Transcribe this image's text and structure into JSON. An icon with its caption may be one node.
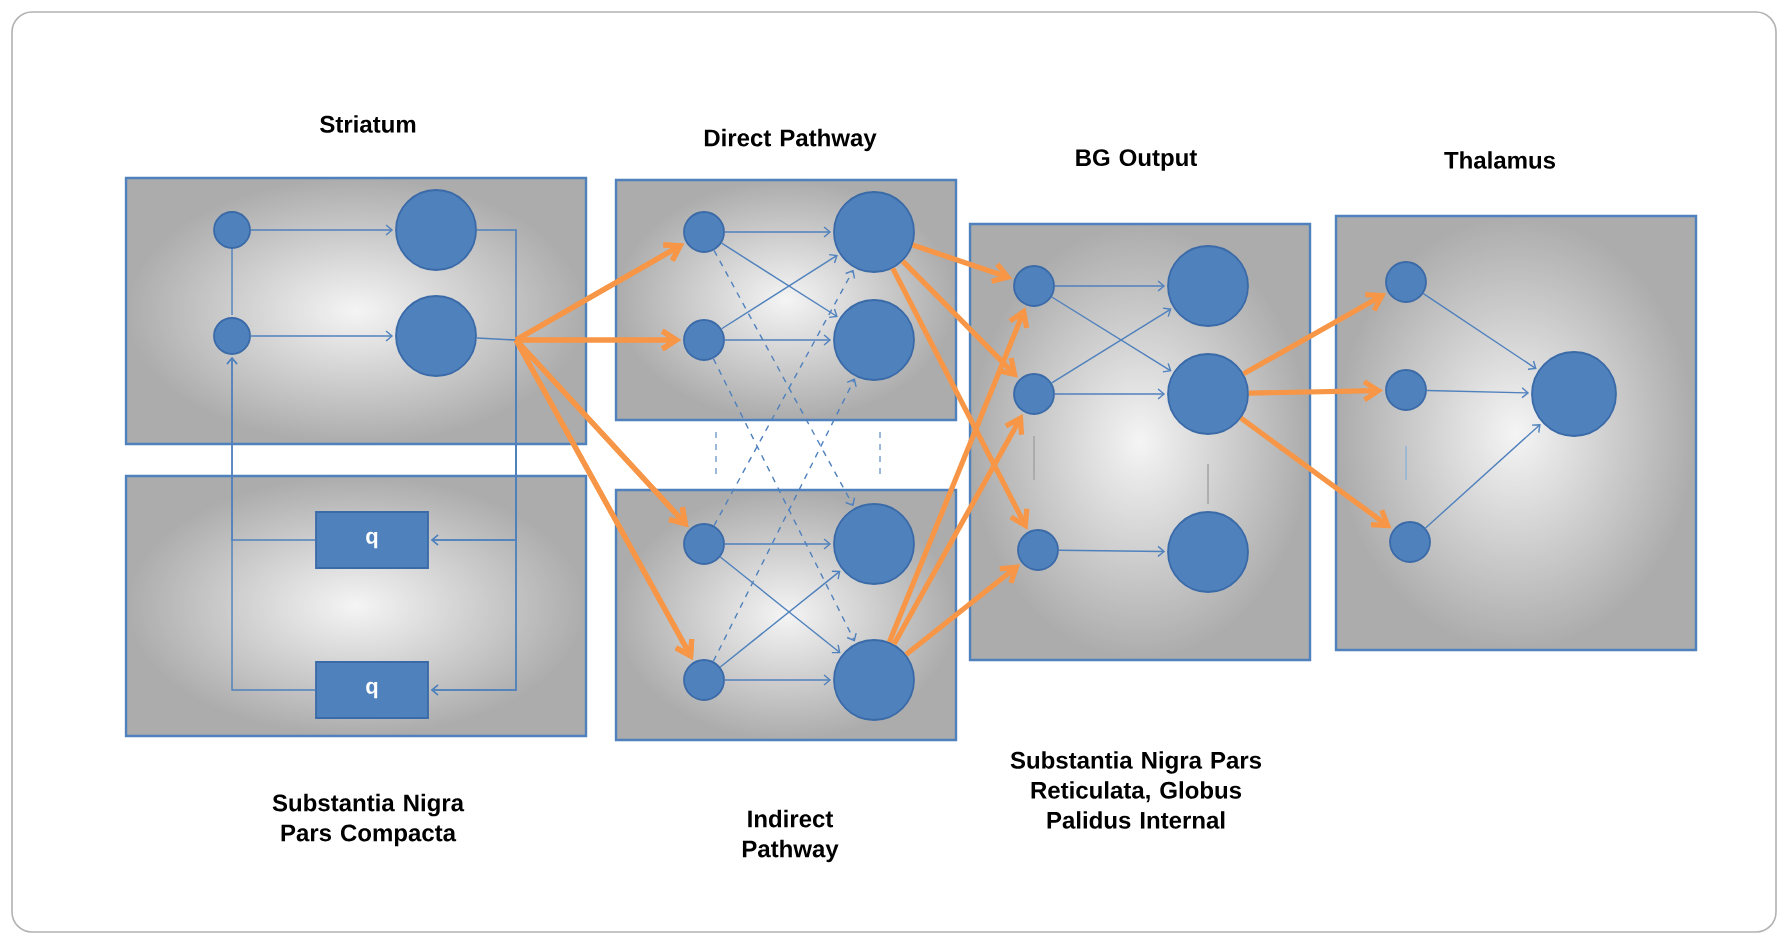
{
  "diagram": {
    "nodes": [
      {
        "text": [
          "Striatum"
        ]
      },
      {
        "text": [],
        "shape": "circle",
        "in": 0
      },
      {
        "text": [],
        "shape": "circle",
        "in": 0
      },
      {
        "text": [],
        "shape": "circle",
        "in": 0
      },
      {
        "text": [],
        "shape": "circle",
        "in": 0
      },
      {
        "text": [
          "Substantia Nigra Pars Compacta"
        ]
      },
      {
        "text": [
          "q"
        ],
        "in": 5
      },
      {
        "text": [
          "q"
        ],
        "in": 5
      },
      {
        "text": [
          "Direct Pathway"
        ]
      },
      {
        "text": [],
        "shape": "circle",
        "in": 8
      },
      {
        "text": [],
        "shape": "circle",
        "in": 8
      },
      {
        "text": [],
        "shape": "circle",
        "in": 8
      },
      {
        "text": [],
        "shape": "circle",
        "in": 8
      },
      {
        "text": [
          "Indirect Pathway"
        ]
      },
      {
        "text": [],
        "shape": "circle",
        "in": 13
      },
      {
        "text": [],
        "shape": "circle",
        "in": 13
      },
      {
        "text": [],
        "shape": "circle",
        "in": 13
      },
      {
        "text": [],
        "shape": "circle",
        "in": 13
      },
      {
        "text": [
          "BG Output"
        ],
        "beside": [
          "Substantia Nigra Pars Reticulata, Globus Palidus Internal"
        ]
      },
      {
        "text": [],
        "shape": "circle",
        "in": 18
      },
      {
        "text": [],
        "shape": "circle",
        "in": 18
      },
      {
        "text": [],
        "shape": "circle",
        "in": 18
      },
      {
        "text": [],
        "shape": "circle",
        "in": 18
      },
      {
        "text": [],
        "shape": "circle",
        "in": 18
      },
      {
        "text": [],
        "shape": "circle",
        "in": 18
      },
      {
        "text": [
          "Thalamus"
        ]
      },
      {
        "text": [],
        "shape": "circle",
        "in": 25
      },
      {
        "text": [],
        "shape": "circle",
        "in": 25
      },
      {
        "text": [],
        "shape": "circle",
        "in": 25
      },
      {
        "text": [],
        "shape": "circle",
        "in": 25
      }
    ],
    "edges": [
      {
        "from": 1,
        "to": 2,
        "arrow": "to"
      },
      {
        "from": 3,
        "to": 4,
        "arrow": "to"
      },
      {
        "from": 1,
        "to": 3,
        "arrow": "none"
      },
      {
        "from": 2,
        "to": 9,
        "arrow": "to",
        "style": "thick",
        "color": "#f79646"
      },
      {
        "from": 2,
        "to": 11,
        "arrow": "to",
        "style": "thick",
        "color": "#f79646"
      },
      {
        "from": 2,
        "to": 14,
        "arrow": "to",
        "style": "thick",
        "color": "#f79646"
      },
      {
        "from": 2,
        "to": 16,
        "arrow": "to",
        "style": "thick",
        "color": "#f79646"
      },
      {
        "from": 4,
        "to": 9,
        "arrow": "to",
        "style": "thick",
        "color": "#f79646"
      },
      {
        "from": 4,
        "to": 11,
        "arrow": "to",
        "style": "thick",
        "color": "#f79646"
      },
      {
        "from": 4,
        "to": 14,
        "arrow": "to",
        "style": "thick",
        "color": "#f79646"
      },
      {
        "from": 4,
        "to": 16,
        "arrow": "to",
        "style": "thick",
        "color": "#f79646"
      },
      {
        "from": 2,
        "to": 6,
        "arrow": "to"
      },
      {
        "from": 2,
        "to": 7,
        "arrow": "to"
      },
      {
        "from": 4,
        "to": 6,
        "arrow": "to"
      },
      {
        "from": 4,
        "to": 7,
        "arrow": "to"
      },
      {
        "from": 6,
        "to": 3,
        "arrow": "to"
      },
      {
        "from": 7,
        "to": 3,
        "arrow": "to"
      },
      {
        "from": 9,
        "to": 10,
        "arrow": "to"
      },
      {
        "from": 9,
        "to": 12,
        "arrow": "to"
      },
      {
        "from": 11,
        "to": 10,
        "arrow": "to"
      },
      {
        "from": 11,
        "to": 12,
        "arrow": "to"
      },
      {
        "from": 9,
        "to": 15,
        "arrow": "to",
        "style": "dashed"
      },
      {
        "from": 11,
        "to": 17,
        "arrow": "to",
        "style": "dashed"
      },
      {
        "from": 14,
        "to": 10,
        "arrow": "to",
        "style": "dashed"
      },
      {
        "from": 16,
        "to": 12,
        "arrow": "to",
        "style": "dashed"
      },
      {
        "from": 14,
        "to": 15,
        "arrow": "to"
      },
      {
        "from": 14,
        "to": 17,
        "arrow": "to"
      },
      {
        "from": 16,
        "to": 15,
        "arrow": "to"
      },
      {
        "from": 16,
        "to": 17,
        "arrow": "to"
      },
      {
        "from": 10,
        "to": 19,
        "arrow": "to",
        "style": "thick",
        "color": "#f79646"
      },
      {
        "from": 10,
        "to": 21,
        "arrow": "to",
        "style": "thick",
        "color": "#f79646"
      },
      {
        "from": 10,
        "to": 23,
        "arrow": "to",
        "style": "thick",
        "color": "#f79646"
      },
      {
        "from": 17,
        "to": 19,
        "arrow": "to",
        "style": "thick",
        "color": "#f79646"
      },
      {
        "from": 17,
        "to": 21,
        "arrow": "to",
        "style": "thick",
        "color": "#f79646"
      },
      {
        "from": 17,
        "to": 23,
        "arrow": "to",
        "style": "thick",
        "color": "#f79646"
      },
      {
        "from": 19,
        "to": 20,
        "arrow": "to"
      },
      {
        "from": 19,
        "to": 22,
        "arrow": "to"
      },
      {
        "from": 21,
        "to": 20,
        "arrow": "to"
      },
      {
        "from": 21,
        "to": 22,
        "arrow": "to"
      },
      {
        "from": 23,
        "to": 24,
        "arrow": "to"
      },
      {
        "from": 22,
        "to": 26,
        "arrow": "to",
        "style": "thick",
        "color": "#f79646"
      },
      {
        "from": 22,
        "to": 27,
        "arrow": "to",
        "style": "thick",
        "color": "#f79646"
      },
      {
        "from": 22,
        "to": 28,
        "arrow": "to",
        "style": "thick",
        "color": "#f79646"
      },
      {
        "from": 26,
        "to": 29,
        "arrow": "to"
      },
      {
        "from": 27,
        "to": 29,
        "arrow": "to"
      },
      {
        "from": 28,
        "to": 29,
        "arrow": "to"
      }
    ]
  }
}
